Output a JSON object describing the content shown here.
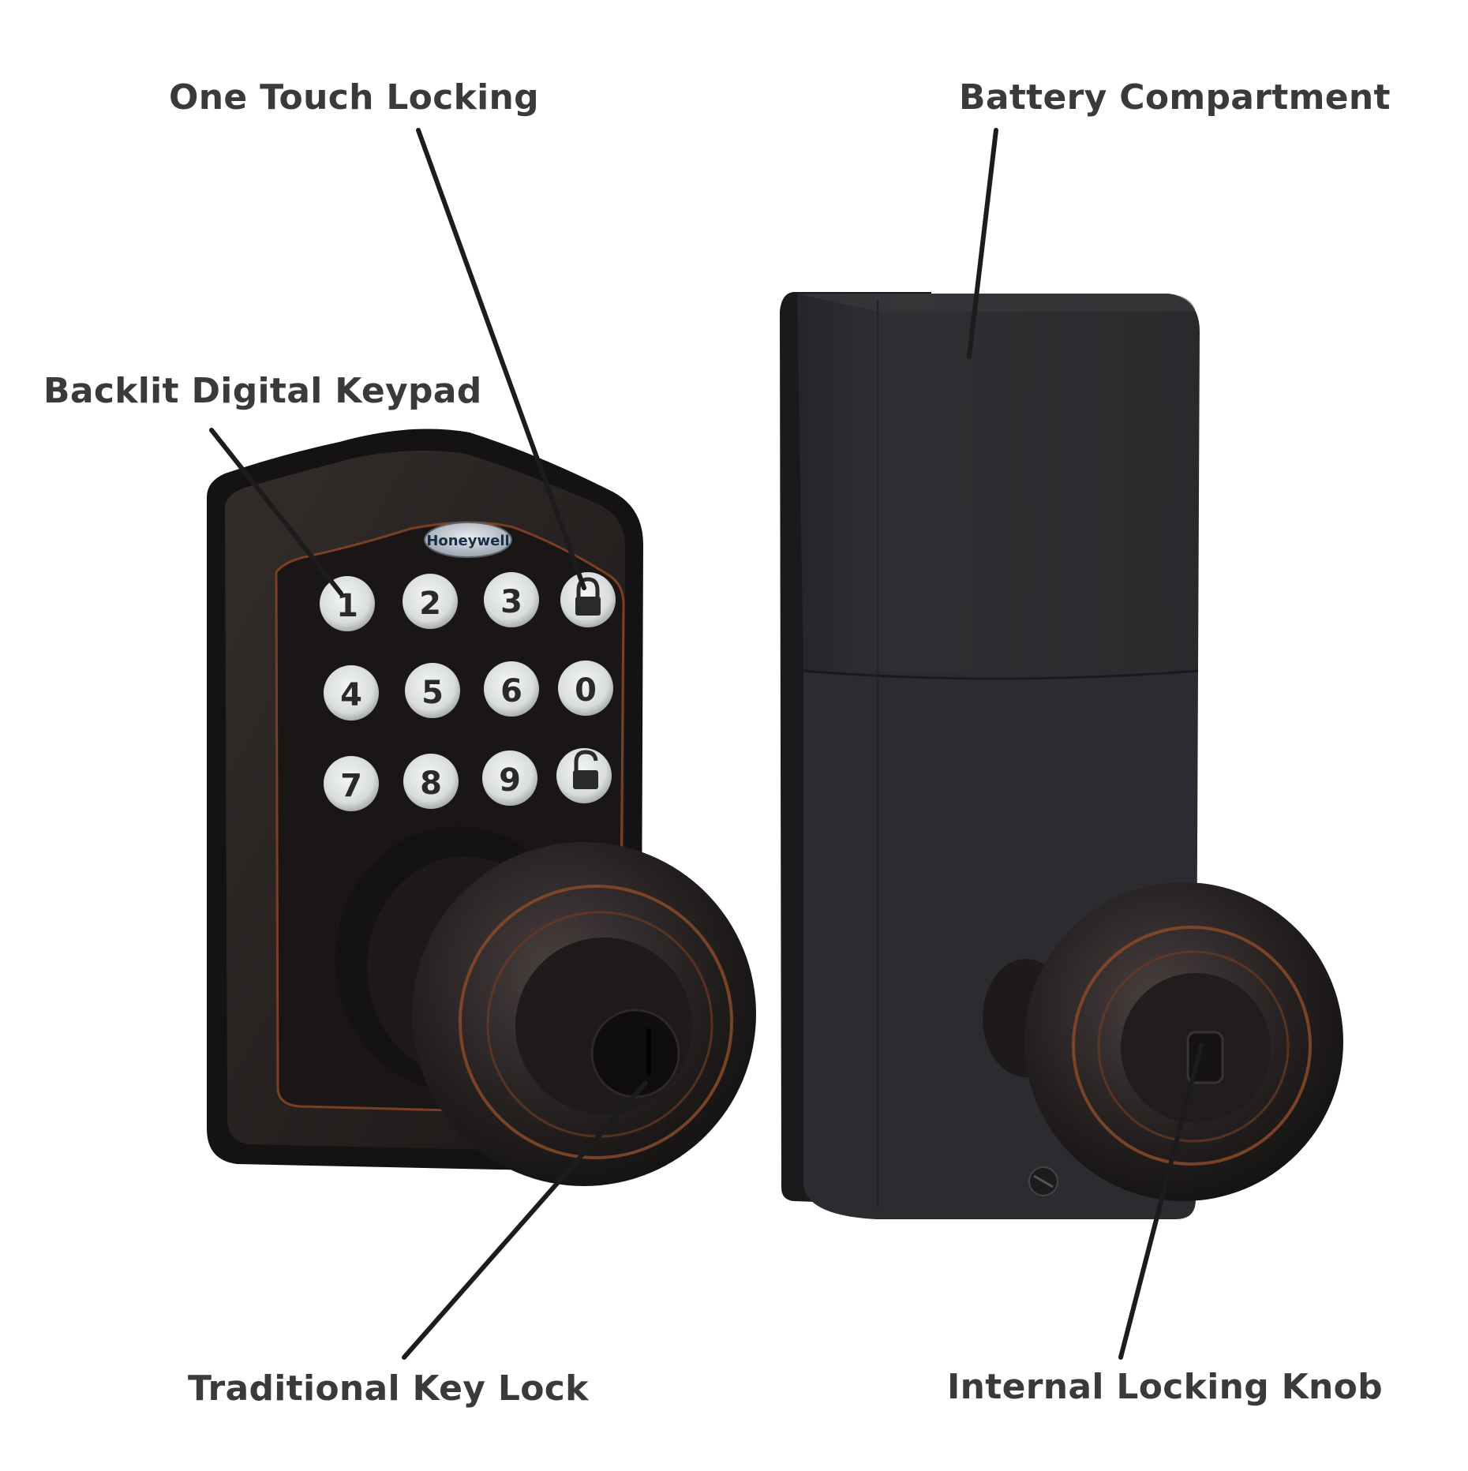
{
  "callouts": {
    "one_touch_locking": "One Touch Locking",
    "battery_compartment": "Battery Compartment",
    "backlit_digital_keypad": "Backlit Digital Keypad",
    "traditional_key_lock": "Traditional Key Lock",
    "internal_locking_knob": "Internal Locking Knob"
  },
  "product": {
    "brand_logo": "Honeywell",
    "keypad_keys": [
      "1",
      "2",
      "3",
      "lock",
      "4",
      "5",
      "6",
      "0",
      "7",
      "8",
      "9",
      "unlock"
    ]
  },
  "colors": {
    "background": "#ffffff",
    "label_text": "#3a3a3a",
    "leader_line": "#1c1c1c",
    "lock_body": "#2b2b2d",
    "bronze_accent": "#8a4a2a",
    "key_button": "#dfe2e2"
  }
}
